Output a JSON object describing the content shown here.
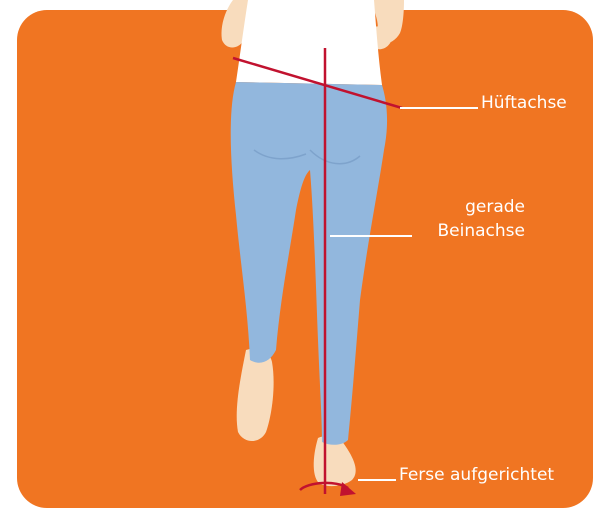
{
  "labels": {
    "hip_axis": "Hüftachse",
    "leg_axis_line1": "gerade",
    "leg_axis_line2": "Beinachse",
    "heel": "Ferse aufgerichtet"
  },
  "colors": {
    "background": "#f07522",
    "skin": "#f8dcbd",
    "leggings": "#92b7dd",
    "shirt": "#ffffff",
    "axis_line": "#c1122f",
    "pointer_line": "#ffffff"
  }
}
